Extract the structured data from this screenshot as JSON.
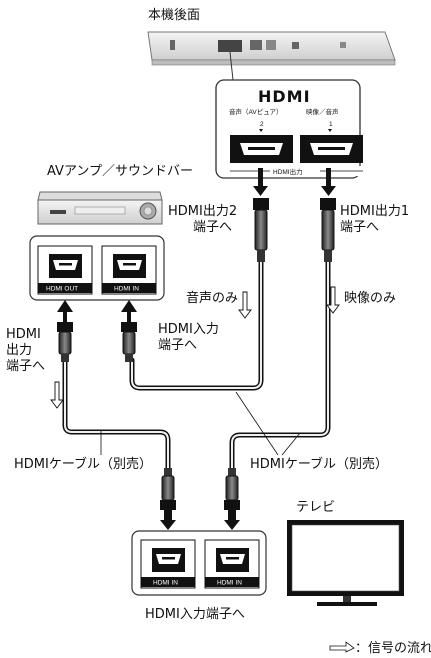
{
  "labels": {
    "player_rear": "本機後面",
    "av_amp": "AVアンプ／サウンドバー",
    "tv": "テレビ",
    "hdmi_out1_line1": "HDMI出力1",
    "hdmi_out1_line2": "端子へ",
    "hdmi_out2_line1": "HDMI出力2",
    "hdmi_out2_line2": "端子へ",
    "audio_only": "音声のみ",
    "video_only": "映像のみ",
    "hdmi_out_l1": "HDMI",
    "hdmi_out_l2": "出力",
    "hdmi_out_l3": "端子へ",
    "hdmi_in_l1": "HDMI入力",
    "hdmi_in_l2": "端子へ",
    "cable_left": "HDMIケーブル（別売）",
    "cable_right": "HDMIケーブル（別売）",
    "tv_hdmi_in": "HDMI入力端子へ",
    "legend_signal": "：信号の流れ"
  },
  "panel": {
    "logo": "HDMI",
    "port2_label": "音声（AVピュア）",
    "port1_label": "映像／音声",
    "port2_num": "2",
    "port1_num": "1",
    "bottom_label": "HDMI出力"
  },
  "amp_ports": {
    "out_label": "HDMI OUT",
    "in_label": "HDMI IN"
  },
  "tv_ports": {
    "in1_label": "HDMI IN",
    "in2_label": "HDMI IN"
  }
}
